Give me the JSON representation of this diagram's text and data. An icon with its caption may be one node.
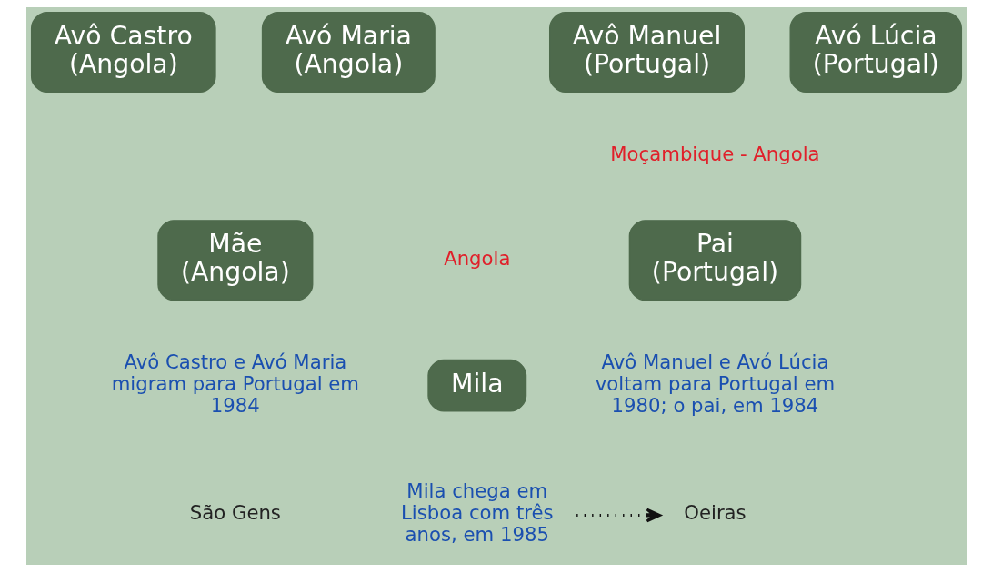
{
  "diagram": {
    "nodes": [
      {
        "text": [
          "Avô Castro (Angola)"
        ]
      },
      {
        "text": [
          "Avó Maria (Angola)"
        ]
      },
      {
        "text": [
          "Avô Manuel (Portugal)"
        ]
      },
      {
        "text": [
          "Avó Lúcia (Portugal)"
        ]
      },
      {
        "text": [
          "Mãe (Angola)"
        ]
      },
      {
        "text": [
          "Pai (Portugal)"
        ]
      },
      {
        "text": [
          "Mila"
        ]
      },
      {
        "text": [
          "Mila chega em Lisboa com três anos, em 1985"
        ]
      },
      {
        "text": [
          "Oeiras"
        ]
      }
    ],
    "edges": [
      {
        "from": 7,
        "to": 8,
        "arrow": "to",
        "style": "dashed"
      }
    ],
    "labels": [
      "Moçambique - Angola",
      "Angola",
      "Avô Castro e Avó Maria migram para Portugal em 1984",
      "Avô Manuel e Avó Lúcia voltam para Portugal em 1980; o pai, em 1984",
      "São Gens"
    ]
  }
}
